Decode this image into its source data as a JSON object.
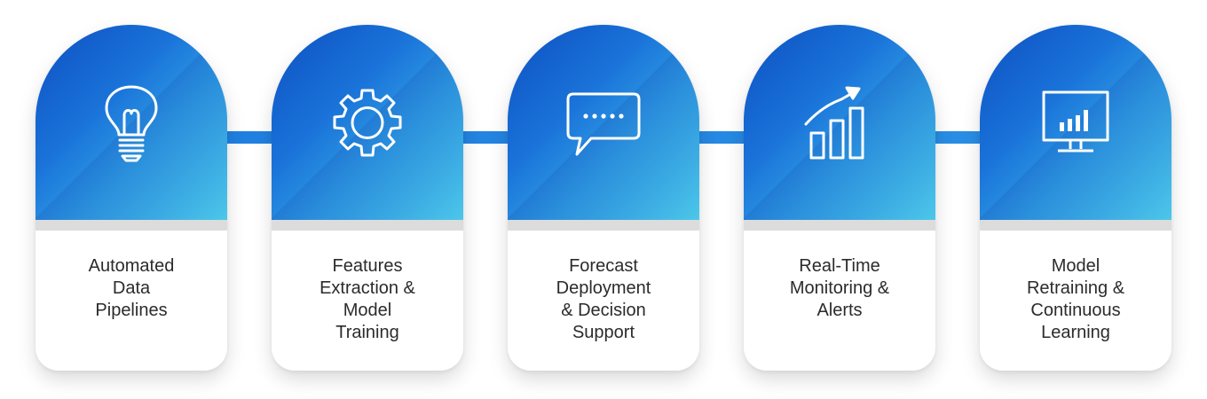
{
  "steps": [
    {
      "label": "Automated\nData\nPipelines",
      "icon": "lightbulb-icon"
    },
    {
      "label": "Features\nExtraction &\nModel\nTraining",
      "icon": "gear-icon"
    },
    {
      "label": "Forecast\nDeployment\n& Decision\nSupport",
      "icon": "speech-bubble-icon"
    },
    {
      "label": "Real-Time\nMonitoring &\nAlerts",
      "icon": "growth-chart-icon"
    },
    {
      "label": "Model\nRetraining &\nContinuous\nLearning",
      "icon": "monitor-chart-icon"
    }
  ],
  "colors": {
    "gradient_start": "#0d4fc1",
    "gradient_end": "#4cc7ea",
    "connector": "#1f7ee0",
    "text": "#2b2b2b"
  }
}
